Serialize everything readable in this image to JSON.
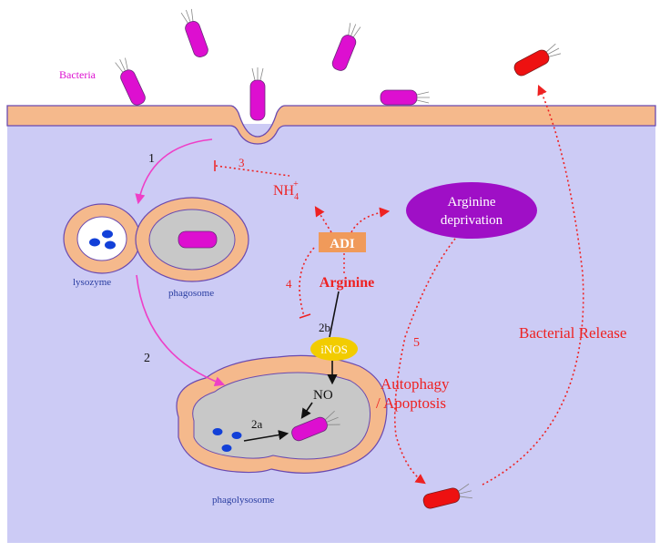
{
  "labels": {
    "bacteria": "Bacteria",
    "lysozyme": "lysozyme",
    "phagosome": "phagosome",
    "phagolysosome": "phagolysosome",
    "adi": "ADI",
    "arginine": "Arginine",
    "inos": "iNOS",
    "no": "NO",
    "nh4_main": "NH",
    "nh4_sub": "4",
    "nh4_sup": "+",
    "arginine_deprivation_line1": "Arginine",
    "arginine_deprivation_line2": "deprivation",
    "autophagy": "Autophagy",
    "apoptosis": "/ Apoptosis",
    "bacterial_release": "Bacterial Release"
  },
  "steps": {
    "s1": "1",
    "s2": "2",
    "s2a": "2a",
    "s2b": "2b",
    "s3": "3",
    "s4": "4",
    "s5": "5"
  },
  "colors": {
    "cytoplasm": "#cccbf5",
    "membrane": "#f5b98c",
    "membrane_edge": "#6a4ab0",
    "bacterium": "#dd0fd0",
    "bacterium_released": "#ee1111",
    "inhibitor_red": "#ee2222",
    "pathway_magenta": "#ee3fc7",
    "vesicle_gray": "#c8c8c8",
    "granule_blue": "#1240d8",
    "adi_box": "#f09a5a",
    "inos_oval": "#f2cc00",
    "deprivation_oval": "#9f0fc6",
    "label_blue": "#283ca0"
  }
}
